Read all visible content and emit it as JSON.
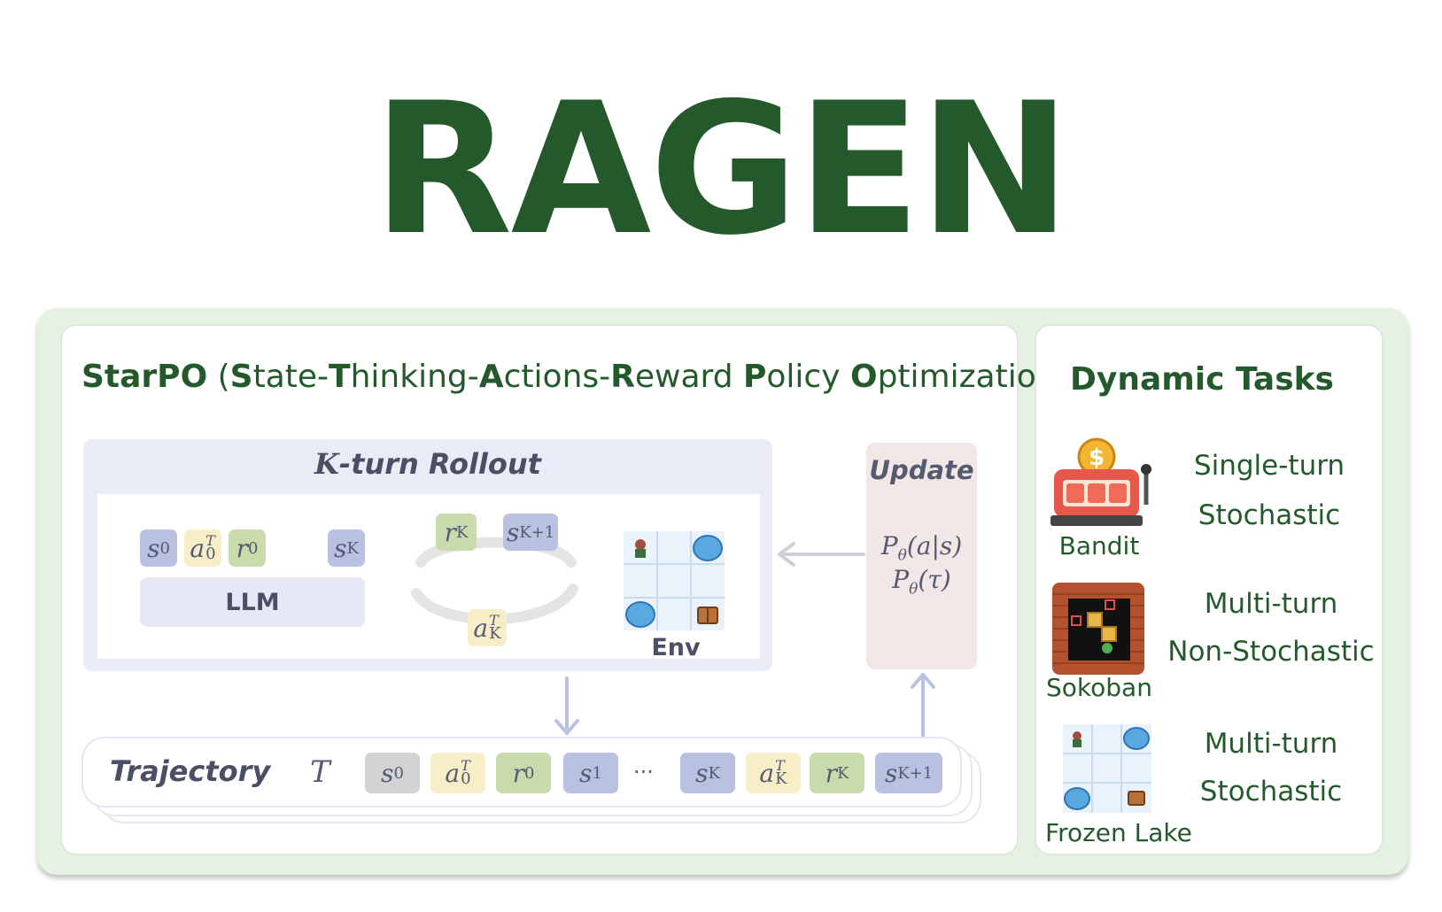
{
  "title": "RAGEN",
  "starpo": {
    "name": "StarPO",
    "open": " (",
    "parts": [
      {
        "hl": "S",
        "rest": "tate-"
      },
      {
        "hl": "T",
        "rest": "hinking-"
      },
      {
        "hl": "A",
        "rest": "ctions-"
      },
      {
        "hl": "R",
        "rest": "eward "
      },
      {
        "hl": "P",
        "rest": "olicy "
      },
      {
        "hl": "O",
        "rest": "ptimization"
      }
    ],
    "close": ")"
  },
  "rollout": {
    "title_var": "K",
    "title_rest": "-turn Rollout",
    "llm_label": "LLM",
    "env_label": "Env",
    "context_tokens": [
      {
        "base": "s",
        "sub": "0",
        "sup": "",
        "kind": "s"
      },
      {
        "base": "a",
        "sub": "0",
        "sup": "T",
        "kind": "a"
      },
      {
        "base": "r",
        "sub": "0",
        "sup": "",
        "kind": "r"
      },
      {
        "base": "s",
        "sub": "K",
        "sup": "",
        "kind": "s"
      }
    ],
    "cycle_tokens": [
      {
        "base": "r",
        "sub": "K",
        "sup": "",
        "kind": "r"
      },
      {
        "base": "s",
        "sub": "K+1",
        "sup": "",
        "kind": "s"
      },
      {
        "base": "a",
        "sub": "K",
        "sup": "T",
        "kind": "a"
      }
    ]
  },
  "update": {
    "title": "Update",
    "formula1": {
      "p": "P",
      "sub": "θ",
      "arg": "(a|s)"
    },
    "formula2": {
      "p": "P",
      "sub": "θ",
      "arg": "(τ)"
    }
  },
  "trajectory": {
    "label": "Trajectory",
    "symbol": "T",
    "ellipsis": "···",
    "tokens": [
      {
        "base": "s",
        "sub": "0",
        "sup": "",
        "kind": "g"
      },
      {
        "base": "a",
        "sub": "0",
        "sup": "T",
        "kind": "a"
      },
      {
        "base": "r",
        "sub": "0",
        "sup": "",
        "kind": "r"
      },
      {
        "base": "s",
        "sub": "1",
        "sup": "",
        "kind": "s"
      },
      {
        "base": "s",
        "sub": "K",
        "sup": "",
        "kind": "s"
      },
      {
        "base": "a",
        "sub": "K",
        "sup": "T",
        "kind": "a"
      },
      {
        "base": "r",
        "sub": "K",
        "sup": "",
        "kind": "r"
      },
      {
        "base": "s",
        "sub": "K+1",
        "sup": "",
        "kind": "s"
      }
    ]
  },
  "dynamic_tasks": {
    "title": "Dynamic Tasks",
    "tasks": [
      {
        "name": "Bandit",
        "line1": "Single-turn",
        "line2": "Stochastic",
        "icon": "slot-machine-icon"
      },
      {
        "name": "Sokoban",
        "line1": "Multi-turn",
        "line2": "Non-Stochastic",
        "icon": "sokoban-icon"
      },
      {
        "name": "Frozen Lake",
        "line1": "Multi-turn",
        "line2": "Stochastic",
        "icon": "frozen-lake-icon"
      }
    ]
  },
  "colors": {
    "brand_green": "#245a2b",
    "state": "#b8c1e0",
    "action": "#f7eec8",
    "reward": "#c9dbab",
    "initial_state": "#d3d3d3"
  }
}
